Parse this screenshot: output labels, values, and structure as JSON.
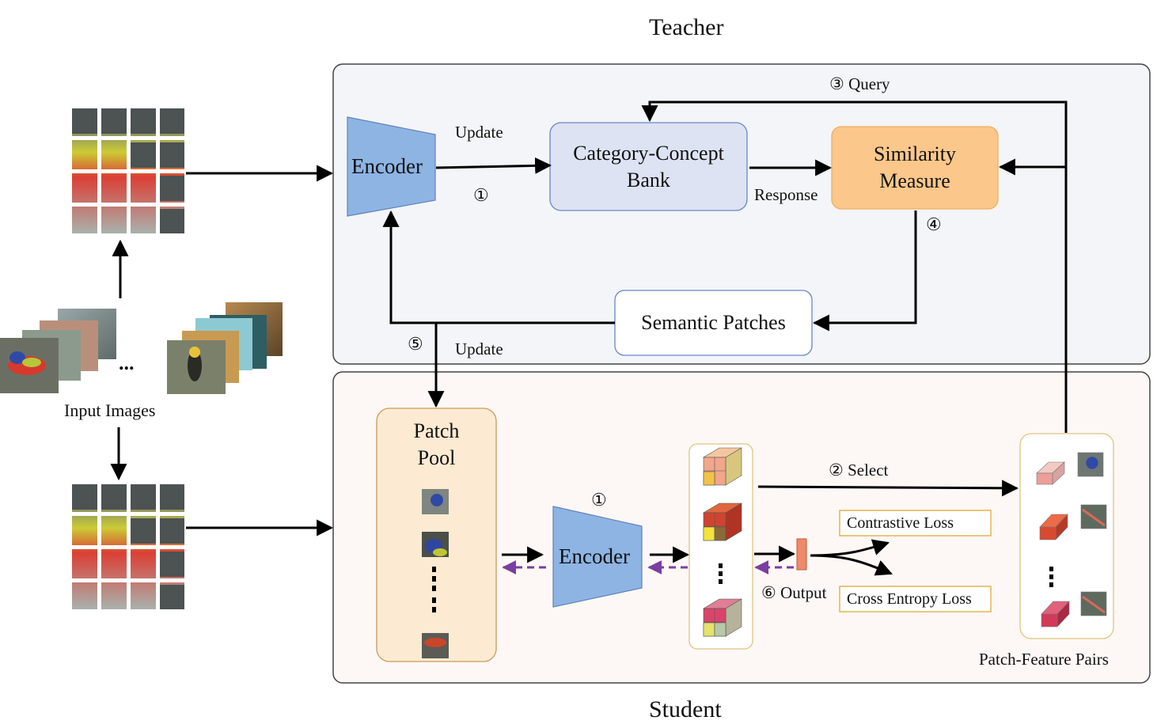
{
  "diagram": {
    "teacher_title": "Teacher",
    "student_title": "Student",
    "input_images_label": "Input Images",
    "ellipsis": "...",
    "teacher": {
      "encoder_label": "Encoder",
      "update_label_top": "Update",
      "step1_marker": "①",
      "bank_line1": "Category-Concept",
      "bank_line2": "Bank",
      "response_label": "Response",
      "similarity_line1": "Similarity",
      "similarity_line2": "Measure",
      "query_label": "③  Query",
      "step4_marker": "④",
      "semantic_patches_label": "Semantic Patches",
      "step5_marker": "⑤",
      "update_label_bottom": "Update"
    },
    "student": {
      "patch_pool_line1": "Patch",
      "patch_pool_line2": "Pool",
      "encoder_label": "Encoder",
      "step1_marker": "①",
      "select_label": "②  Select",
      "contrastive_loss_label": "Contrastive Loss",
      "cross_entropy_loss_label": "Cross Entropy Loss",
      "output_label": "⑥ Output",
      "patch_feature_pairs_label": "Patch-Feature Pairs"
    }
  },
  "colors": {
    "teacher_bg": "#f3f5f8",
    "student_bg": "#fdf8f5",
    "encoder_fill": "#8db4e3",
    "bank_fill": "#dde3f3",
    "similarity_fill": "#fcc78a",
    "patch_pool_fill": "#fcebd2",
    "loss_border": "#e3b24f",
    "dashed_arrow": "#7a3fa0"
  }
}
